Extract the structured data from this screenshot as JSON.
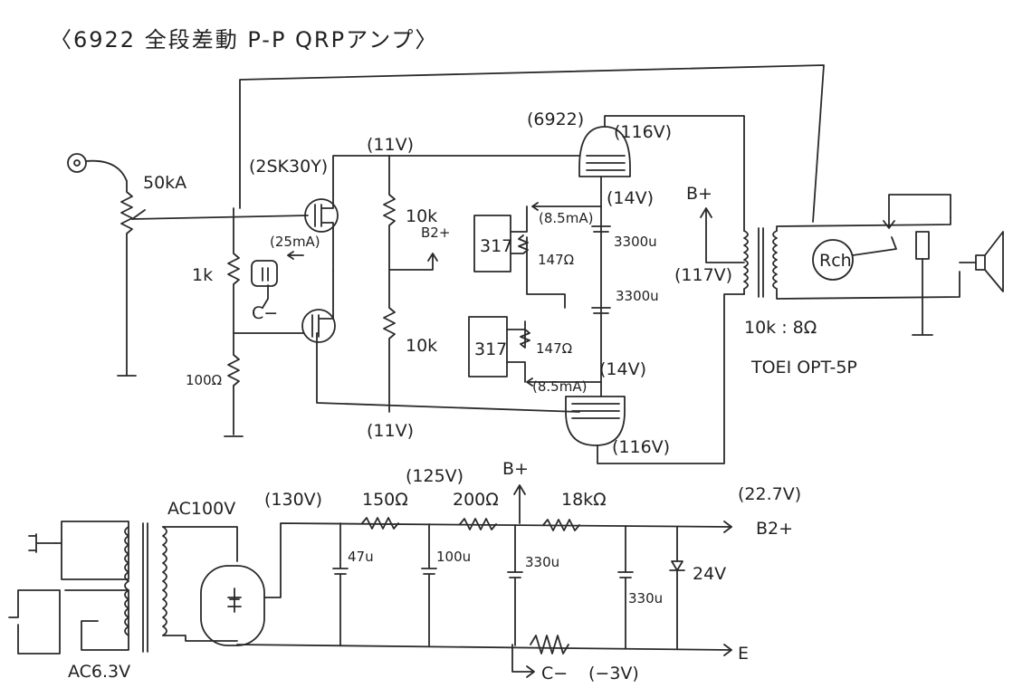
{
  "title": "〈6922 全段差動 P-P QRPアンプ〉",
  "input": {
    "volume": "50kA"
  },
  "fet_stage": {
    "fet": "(2SK30Y)",
    "current": "(25mA)",
    "source_r": "1k",
    "tail_r": "100Ω",
    "bias": "C−",
    "drain_v_top": "(11V)",
    "drain_v_bottom": "(11V)",
    "load_top": "10k",
    "load_bottom": "10k",
    "b2": "B2+"
  },
  "tube_stage": {
    "tube": "(6922)",
    "plate_v_top": "(116V)",
    "plate_v_bottom": "(116V)",
    "cathode_v_top": "(14V)",
    "cathode_v_bottom": "(14V)",
    "ccs_top": "317",
    "ccs_bottom": "317",
    "ccs_r_top": "147Ω",
    "ccs_r_bottom": "147Ω",
    "ccs_i_top": "(8.5mA)",
    "ccs_i_bottom": "(8.5mA)",
    "cap_top": "3300u",
    "cap_bottom": "3300u"
  },
  "output": {
    "bplus": "B+",
    "ct_v": "(117V)",
    "ratio": "10k : 8Ω",
    "transformer": "TOEI OPT-5P",
    "rch": "Rch"
  },
  "psu": {
    "ac_primary": "AC100V",
    "ac_heater": "AC6.3V",
    "v_rect": "(130V)",
    "r1": "150Ω",
    "v_mid": "(125V)",
    "r2": "200Ω",
    "bplus": "B+",
    "r3": "18kΩ",
    "v_b2": "(22.7V)",
    "b2": "B2+",
    "c1": "47u",
    "c2": "100u",
    "c3": "330u",
    "c4": "330u",
    "zener": "24V",
    "ground": "E",
    "bias": "C−",
    "bias_v": "(−3V)"
  }
}
